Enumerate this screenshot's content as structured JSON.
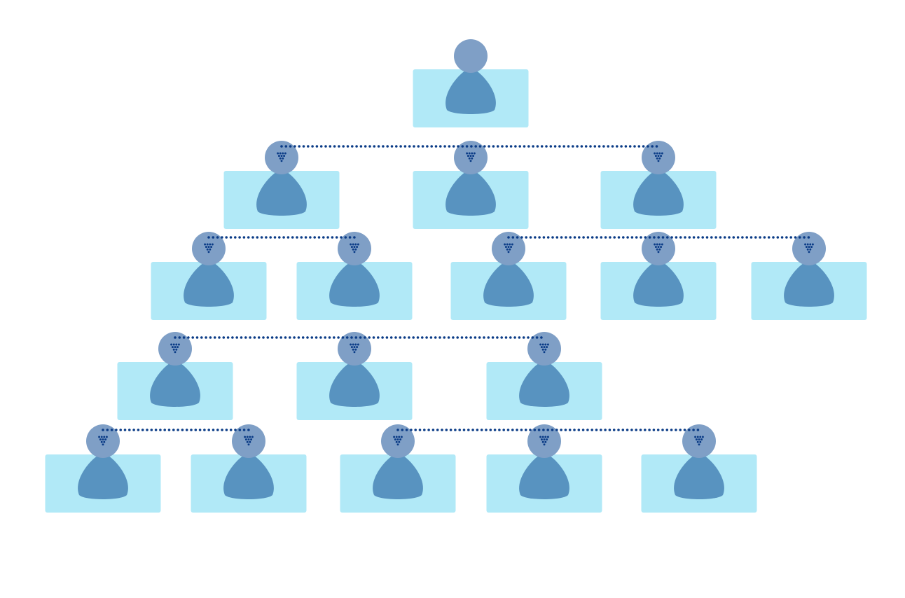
{
  "diagram": {
    "type": "org-chart",
    "node_icon": "person-icon",
    "colors": {
      "card": "#b1e9f7",
      "head": "#7f9fc6",
      "body": "#5893c0",
      "connector_dots": "#0a3b86"
    },
    "levels": [
      {
        "level": 1,
        "node_count": 1
      },
      {
        "level": 2,
        "node_count": 3
      },
      {
        "level": 3,
        "node_count": 5
      },
      {
        "level": 4,
        "node_count": 3
      },
      {
        "level": 5,
        "node_count": 5
      }
    ],
    "connectors": [
      {
        "level": 2,
        "style": "dotted",
        "links_nodes": [
          1,
          2,
          3
        ]
      },
      {
        "level": 3,
        "style": "dotted",
        "links_nodes": [
          1,
          2
        ]
      },
      {
        "level": 3,
        "style": "dotted",
        "links_nodes": [
          3,
          4,
          5
        ]
      },
      {
        "level": 4,
        "style": "dotted",
        "links_nodes": [
          1,
          2,
          3
        ]
      },
      {
        "level": 5,
        "style": "dotted",
        "links_nodes": [
          1,
          2
        ]
      },
      {
        "level": 5,
        "style": "dotted",
        "links_nodes": [
          3,
          4,
          5
        ]
      }
    ]
  }
}
